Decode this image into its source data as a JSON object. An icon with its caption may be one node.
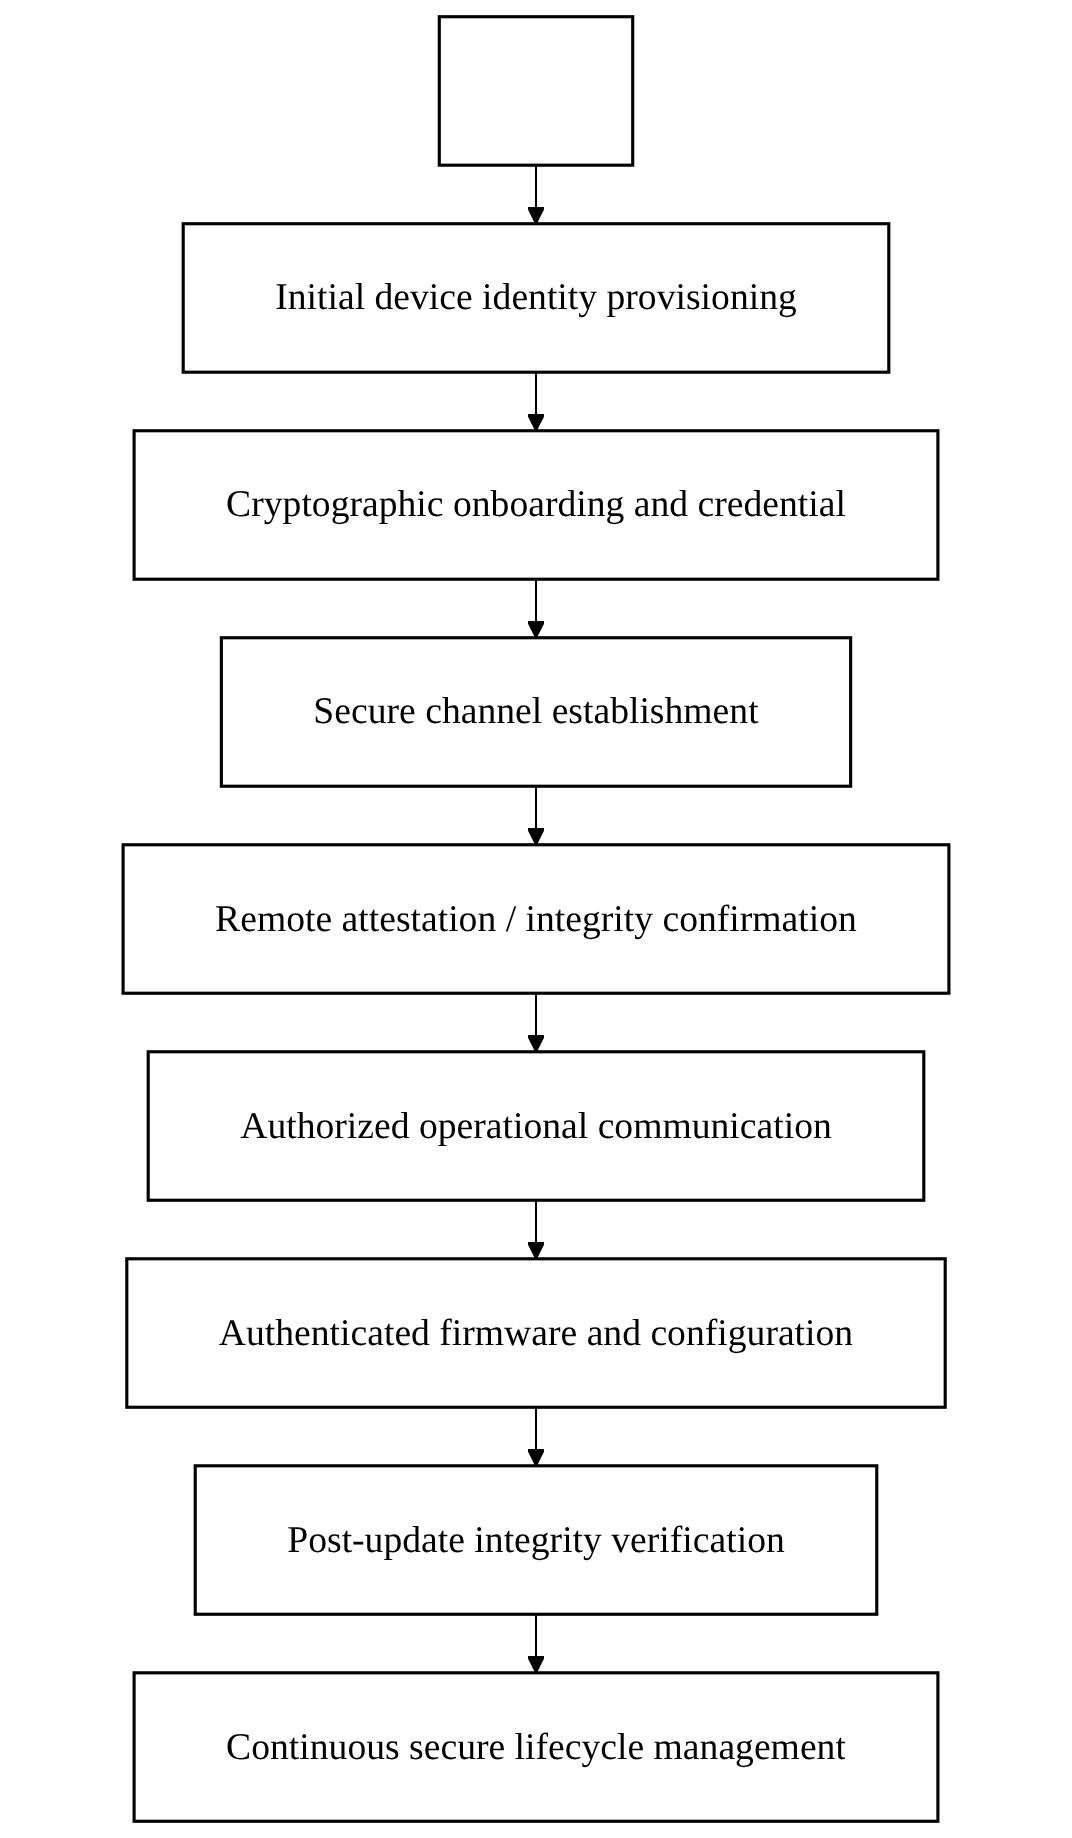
{
  "diagram": {
    "nodes": [
      {
        "text": [],
        "shape": "box"
      },
      {
        "text": [
          "Initial device identity provisioning"
        ]
      },
      {
        "text": [
          "Cryptographic onboarding and credential"
        ]
      },
      {
        "text": [
          "Secure channel establishment"
        ]
      },
      {
        "text": [
          "Remote attestation / integrity confirmation"
        ]
      },
      {
        "text": [
          "Authorized operational communication"
        ]
      },
      {
        "text": [
          "Authenticated firmware and configuration"
        ]
      },
      {
        "text": [
          "Post-update integrity verification"
        ]
      },
      {
        "text": [
          "Continuous secure lifecycle management"
        ]
      }
    ],
    "edges": [
      {
        "from": 0,
        "to": 1,
        "arrow": "to"
      },
      {
        "from": 1,
        "to": 2,
        "arrow": "to"
      },
      {
        "from": 2,
        "to": 3,
        "arrow": "to"
      },
      {
        "from": 3,
        "to": 4,
        "arrow": "to"
      },
      {
        "from": 4,
        "to": 5,
        "arrow": "to"
      },
      {
        "from": 5,
        "to": 6,
        "arrow": "to"
      },
      {
        "from": 6,
        "to": 7,
        "arrow": "to"
      },
      {
        "from": 7,
        "to": 8,
        "arrow": "to"
      }
    ]
  }
}
